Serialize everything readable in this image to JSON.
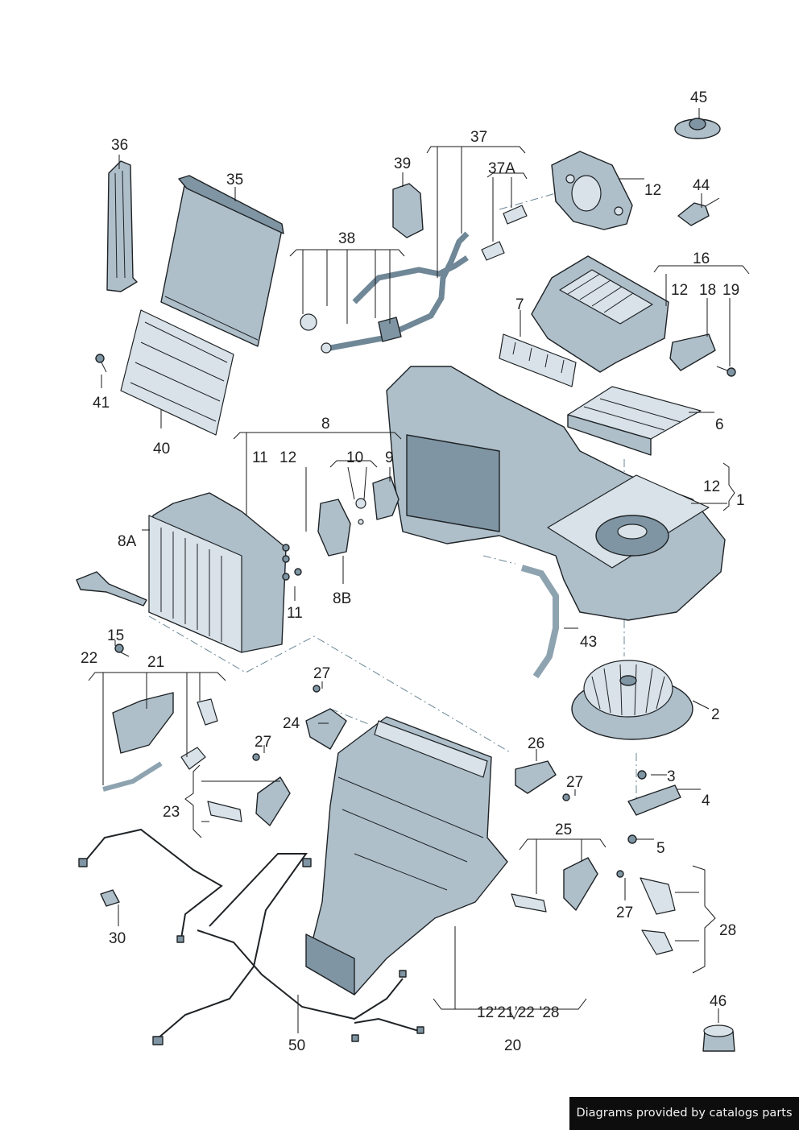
{
  "callouts": {
    "c36": "36",
    "c35": "35",
    "c39": "39",
    "c37": "37",
    "c37a": "37A",
    "c12_topright": "12",
    "c45": "45",
    "c44": "44",
    "c38": "38",
    "c16": "16",
    "c12_bracket16": "12",
    "c18": "18",
    "c19": "19",
    "c7": "7",
    "c41": "41",
    "c40": "40",
    "c6": "6",
    "c8": "8",
    "c11_top": "11",
    "c12_evap": "12",
    "c10": "10",
    "c9": "9",
    "c12_right": "12",
    "c1": "1",
    "c8a": "8A",
    "c8b": "8B",
    "c11_bottom": "11",
    "c43": "43",
    "c15": "15",
    "c22": "22",
    "c21": "21",
    "c27_a": "27",
    "c2": "2",
    "c24": "24",
    "c26": "26",
    "c27_b": "27",
    "c27_c": "27",
    "c3": "3",
    "c4": "4",
    "c23": "23",
    "c25": "25",
    "c5": "5",
    "c27_d": "27",
    "c28": "28",
    "c30": "30",
    "c50": "50",
    "c20_refs": "12’21’22 ’28",
    "c20": "20",
    "c46": "46"
  },
  "credit": "Diagrams provided by catalogs parts",
  "colors": {
    "part_fill": "#aebfca",
    "part_shadow": "#7f95a3",
    "outline": "#1f2326",
    "dash": "#6b8796"
  }
}
